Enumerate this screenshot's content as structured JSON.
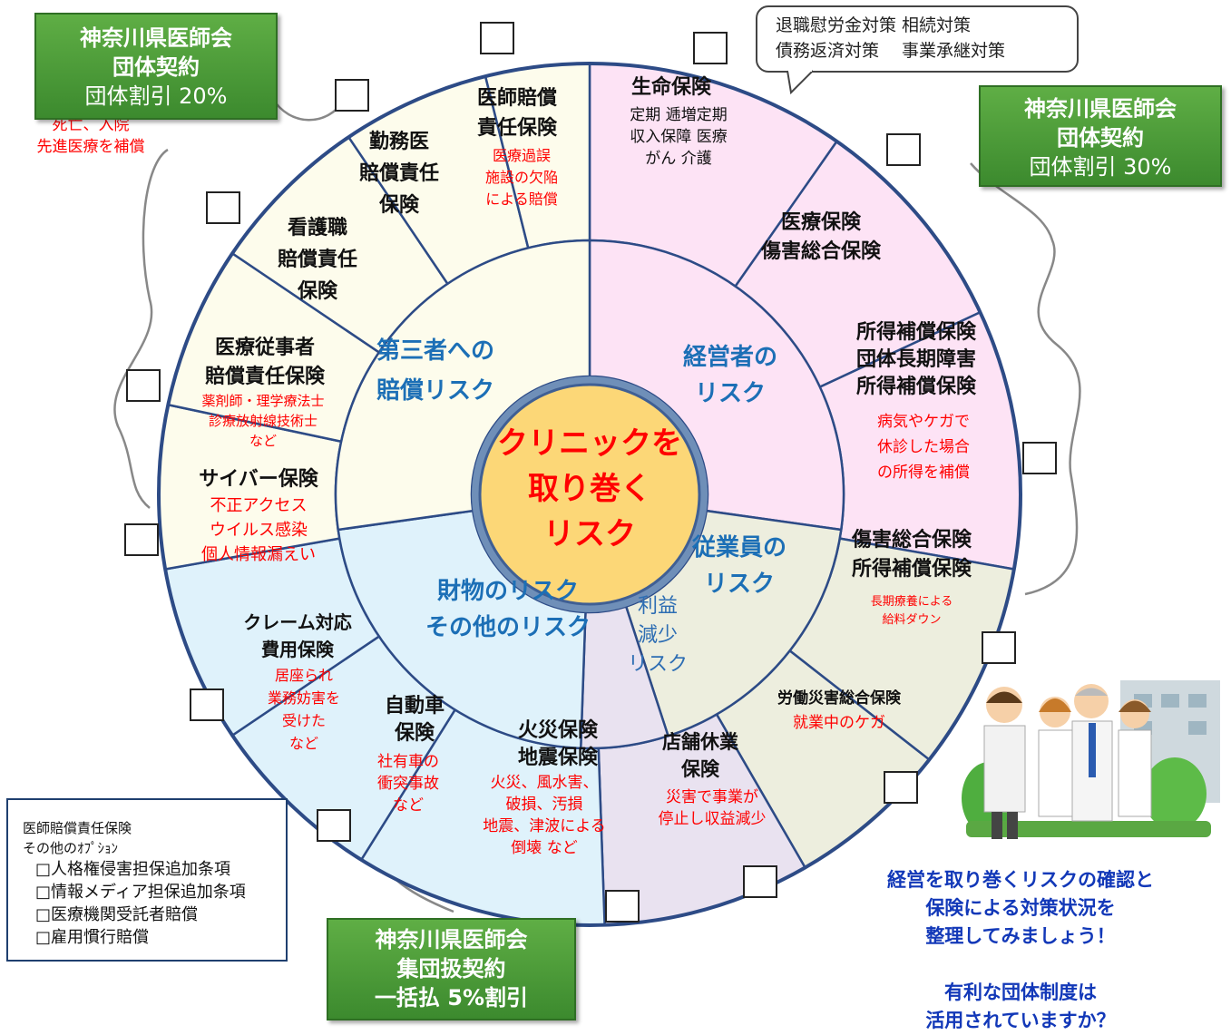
{
  "center": {
    "lines": [
      "クリニックを",
      "取り巻く",
      "リスク"
    ]
  },
  "inner_ring": {
    "third_party": [
      "第三者への",
      "賠償リスク"
    ],
    "management": [
      "経営者の",
      "リスク"
    ],
    "employee": [
      "従業員の",
      "リスク"
    ],
    "property": [
      "財物のリスク",
      "その他のリスク"
    ],
    "profit": [
      "利益",
      "減少",
      "リスク"
    ]
  },
  "segments": {
    "life": {
      "title": [
        "生命保険"
      ],
      "body": [
        "定期 逓増定期",
        "収入保障 医療",
        "がん 介護"
      ],
      "red": [
        "死亡、入院",
        "先進医療を補償"
      ]
    },
    "medical": {
      "title": [
        "医療保険",
        "傷害総合保険"
      ]
    },
    "income": {
      "title": [
        "所得補償保険",
        "団体長期障害",
        "所得補償保険"
      ],
      "red": [
        "病気やケガで",
        "休診した場合",
        "の所得を補償"
      ]
    },
    "injury": {
      "title": [
        "傷害総合保険",
        "所得補償保険"
      ],
      "red": [
        "長期療養による",
        "給料ダウン"
      ]
    },
    "workers": {
      "title": [
        "労働災害総合保険"
      ],
      "red": [
        "就業中のケガ"
      ]
    },
    "closure": {
      "title": [
        "店舗休業",
        "保険"
      ],
      "red": [
        "災害で事業が",
        "停止し収益減少"
      ]
    },
    "fire": {
      "title": [
        "火災保険",
        "地震保険"
      ],
      "red": [
        "火災、風水害、",
        "破損、汚損",
        "地震、津波による",
        "倒壊 など"
      ]
    },
    "auto": {
      "title": [
        "自動車",
        "保険"
      ],
      "red": [
        "社有車の",
        "衝突事故",
        "など"
      ]
    },
    "claim": {
      "title": [
        "クレーム対応",
        "費用保険"
      ],
      "red": [
        "居座られ",
        "業務妨害を",
        "受けた",
        "など"
      ]
    },
    "cyber": {
      "title": [
        "サイバー保険"
      ],
      "red": [
        "不正アクセス",
        "ウイルス感染",
        "個人情報漏えい"
      ]
    },
    "staff": {
      "title": [
        "医療従事者",
        "賠償責任保険"
      ],
      "red": [
        "薬剤師・理学療法士",
        "診療放射線技術士",
        "など"
      ]
    },
    "nurse": {
      "title": [
        "看護職",
        "賠償責任",
        "保険"
      ]
    },
    "resident": {
      "title": [
        "勤務医",
        "賠償責任",
        "保険"
      ]
    },
    "doctor": {
      "title": [
        "医師賠償",
        "責任保険"
      ],
      "red": [
        "医療過誤",
        "施設の欠陥",
        "による賠償"
      ]
    }
  },
  "callout": {
    "line1": "退職慰労金対策 相続対策",
    "line2": "債務返済対策　 事業承継対策"
  },
  "group_boxes": {
    "top_left": {
      "line1": "神奈川県医師会",
      "line2": "団体契約",
      "line3": "団体割引 20%"
    },
    "top_right": {
      "line1": "神奈川県医師会",
      "line2": "団体契約",
      "line3": "団体割引 30%"
    },
    "bottom": {
      "line1": "神奈川県医師会",
      "line2": "集団扱契約",
      "line3": "一括払 5%割引"
    }
  },
  "options": {
    "header1": "医師賠償責任保険",
    "header2": "その他のｵﾌﾟｼｮﾝ",
    "items": [
      "□人格権侵害担保追加条項",
      "□情報メディア担保追加条項",
      "□医療機関受託者賠償",
      "□雇用慣行賠償"
    ]
  },
  "footer": {
    "line1": "経営を取り巻くリスクの確認と",
    "line2": "保険による対策状況を",
    "line3": "整理してみましょう！",
    "line4": "有利な団体制度は",
    "line5": "活用されていますか？"
  },
  "colors": {
    "pink": "#fde3f5",
    "ivory": "#fdfcec",
    "blue": "#dff2fb",
    "olive": "#edeede",
    "lavender": "#e9e2f0",
    "navy": "#2d4b86",
    "center": "#fcd777",
    "ring_text": "#1c6fb6",
    "red": "#ff0000",
    "green": "#4a9a38"
  }
}
